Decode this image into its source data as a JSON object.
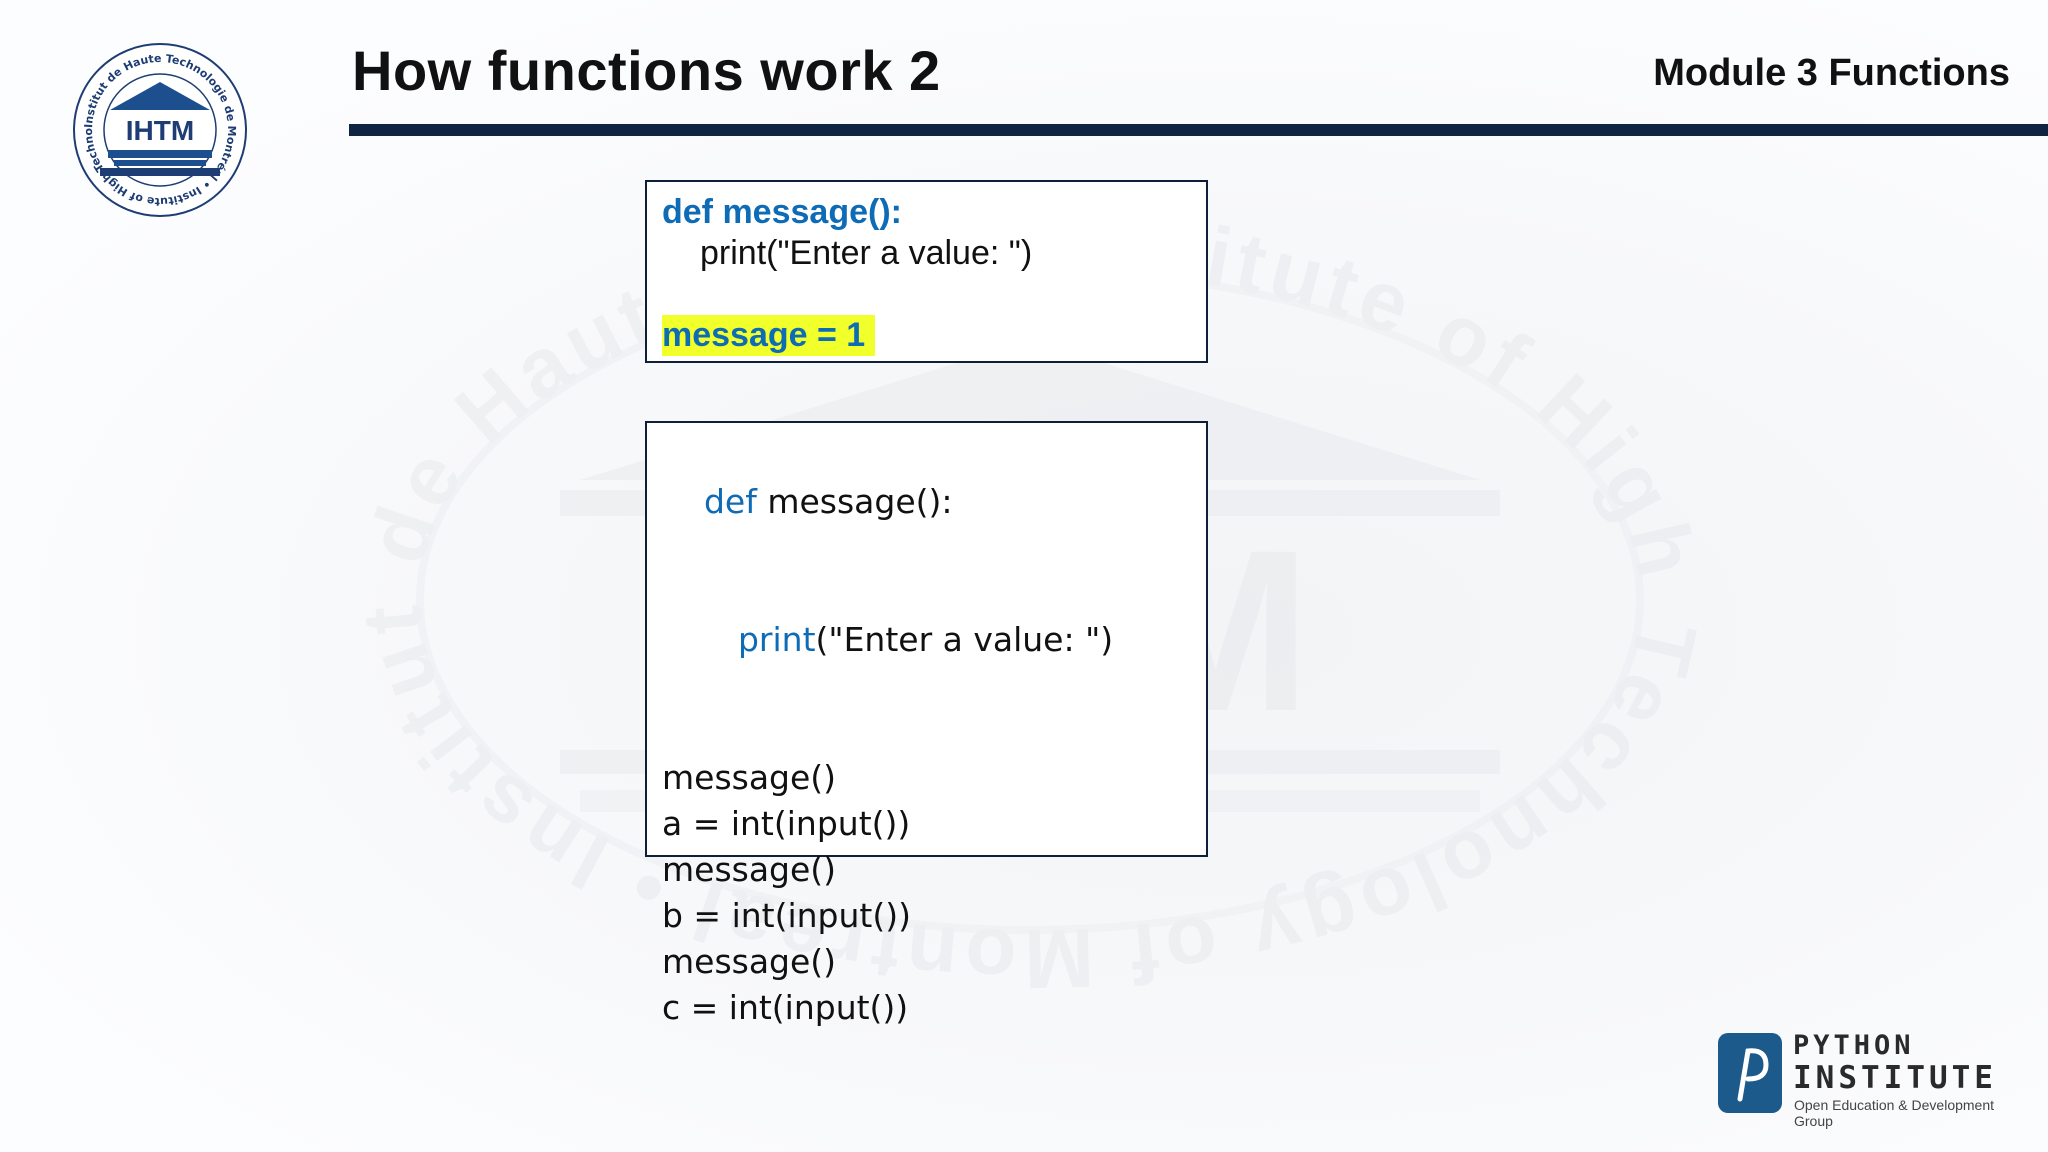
{
  "header": {
    "title": "How functions work 2",
    "module": "Module 3 Functions"
  },
  "logo_left": {
    "acronym": "IHTM",
    "ring_text": "Institut de Haute Technologie de Montréal • Institute of High Technology of Montreal"
  },
  "watermark": {
    "text": "Institute of High Technology of Montreal • Institut de Haute Technologie de Montreal",
    "acronym": "IHTM"
  },
  "code_top": {
    "line1": "def message():",
    "line2": "print(\"Enter a value: \")",
    "line3": "message = 1"
  },
  "code_bottom": {
    "def_kw": "def",
    "def_rest": " message():",
    "print_kw": "print",
    "print_rest": "(\"Enter a value: \")",
    "lines": [
      "message()",
      "a = int(input())",
      "message()",
      "b = int(input())",
      "message()",
      "c = int(input())"
    ]
  },
  "python_logo": {
    "line1": "PYTHON",
    "line2": "INSTITUTE",
    "tagline": "Open Education & Development Group"
  },
  "colors": {
    "code_keyword": "#0e6bb6",
    "highlight": "#f1ff2a",
    "title_rule": "#0e2442"
  }
}
